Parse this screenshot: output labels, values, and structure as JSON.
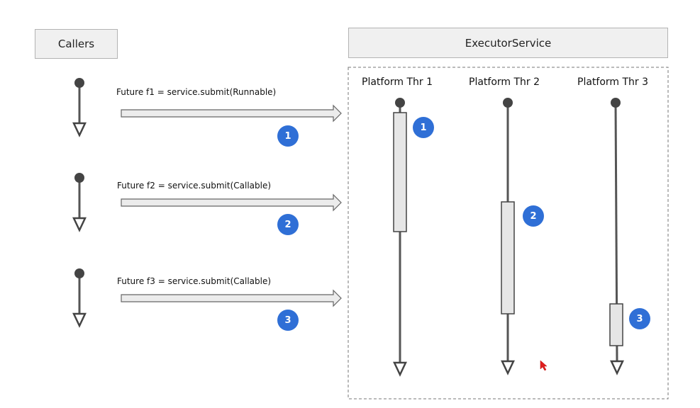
{
  "callers_header": "Callers",
  "executor_header": "ExecutorService",
  "calls": [
    {
      "text": "Future f1 = service.submit(Runnable)",
      "badge": "1"
    },
    {
      "text": "Future f2 = service.submit(Callable)",
      "badge": "2"
    },
    {
      "text": "Future f3 = service.submit(Callable)",
      "badge": "3"
    }
  ],
  "threads": [
    {
      "label": "Platform Thr 1",
      "badge": "1"
    },
    {
      "label": "Platform Thr 2",
      "badge": "2"
    },
    {
      "label": "Platform Thr 3",
      "badge": "3"
    }
  ],
  "colors": {
    "badge": "#2f6fd6",
    "line": "#555555",
    "box_fill": "#e6e6e6"
  }
}
